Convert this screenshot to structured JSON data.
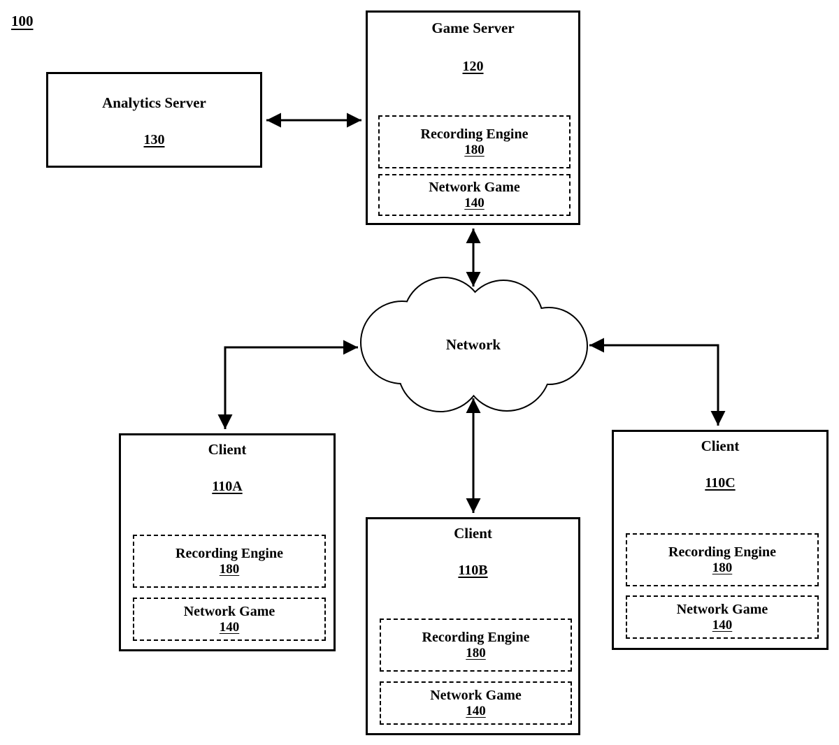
{
  "figure_ref": "100",
  "analytics_server": {
    "title": "Analytics Server",
    "ref": "130"
  },
  "game_server": {
    "title": "Game Server",
    "ref": "120",
    "recording_engine": {
      "title": "Recording Engine",
      "ref": "180"
    },
    "network_game": {
      "title": "Network Game",
      "ref": "140"
    }
  },
  "network": {
    "title": "Network"
  },
  "client_a": {
    "title": "Client",
    "ref": "110A",
    "recording_engine": {
      "title": "Recording Engine",
      "ref": "180"
    },
    "network_game": {
      "title": "Network Game",
      "ref": "140"
    }
  },
  "client_b": {
    "title": "Client",
    "ref": "110B",
    "recording_engine": {
      "title": "Recording Engine",
      "ref": "180"
    },
    "network_game": {
      "title": "Network Game",
      "ref": "140"
    }
  },
  "client_c": {
    "title": "Client",
    "ref": "110C",
    "recording_engine": {
      "title": "Recording Engine",
      "ref": "180"
    },
    "network_game": {
      "title": "Network Game",
      "ref": "140"
    }
  }
}
